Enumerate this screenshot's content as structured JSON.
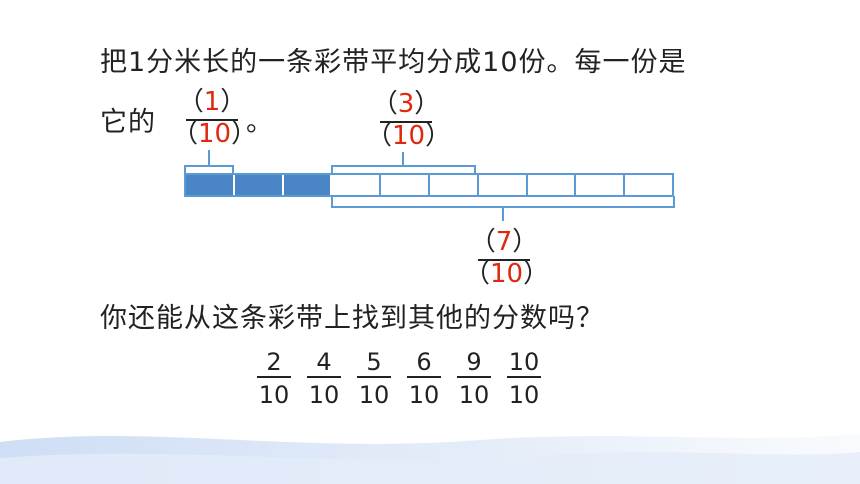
{
  "text": {
    "line1": "把1分米长的一条彩带平均分成10份。每一份是",
    "line2_prefix": "它的",
    "line2_suffix": "。",
    "question": "你还能从这条彩带上找到其他的分数吗？"
  },
  "paren": {
    "open": "（",
    "close": "）"
  },
  "annotations": [
    {
      "id": "one",
      "numerator": "1",
      "denominator": "10"
    },
    {
      "id": "three",
      "numerator": "3",
      "denominator": "10"
    },
    {
      "id": "seven",
      "numerator": "7",
      "denominator": "10"
    }
  ],
  "strip": {
    "total_segments": 10,
    "filled_segments": 3
  },
  "fractions": [
    {
      "numerator": "2",
      "denominator": "10"
    },
    {
      "numerator": "4",
      "denominator": "10"
    },
    {
      "numerator": "5",
      "denominator": "10"
    },
    {
      "numerator": "6",
      "denominator": "10"
    },
    {
      "numerator": "9",
      "denominator": "10"
    },
    {
      "numerator": "10",
      "denominator": "10"
    }
  ],
  "colors": {
    "highlight": "#e0280f",
    "strip_fill": "#4a86c5",
    "strip_border": "#5b9bd5",
    "wave": "#c9daf4"
  }
}
